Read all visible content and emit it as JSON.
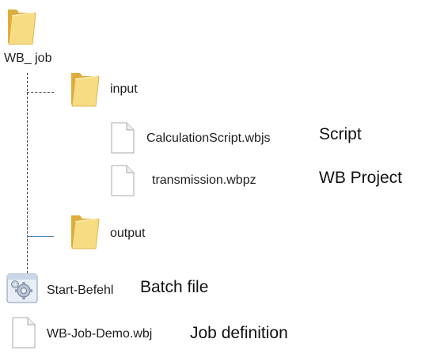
{
  "tree": {
    "root": {
      "name": "WB_ job",
      "icon": "folder-icon"
    },
    "input": {
      "name": "input",
      "icon": "folder-icon"
    },
    "script_file": {
      "name": "CalculationScript.wbjs",
      "icon": "document-icon"
    },
    "project_file": {
      "name": "transmission.wbpz",
      "icon": "document-icon"
    },
    "output": {
      "name": "output",
      "icon": "folder-icon"
    },
    "batch_file": {
      "name": "Start-Befehl",
      "icon": "batch-file-gear-icon"
    },
    "job_file": {
      "name": "WB-Job-Demo.wbj",
      "icon": "document-icon"
    }
  },
  "annotations": {
    "script": "Script",
    "project": "WB Project",
    "batch": "Batch file",
    "job": "Job definition"
  },
  "colors": {
    "folder_back": "#e0ad3c",
    "folder_front": "#f7dc84",
    "connector_blue": "#4a7fc0",
    "connector_dashed": "#444444"
  }
}
